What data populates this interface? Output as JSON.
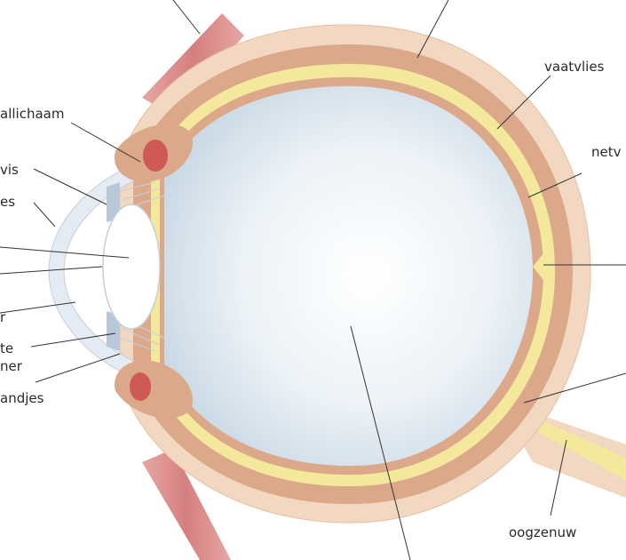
{
  "labels": {
    "ciliary_body": "allichaam",
    "iris": "vis",
    "cornea": "es",
    "anterior_chamber": "r",
    "posterior_chamber_1": "te",
    "posterior_chamber_2": "ner",
    "zonules": "andjes",
    "choroid": "vaatvlies",
    "retina": "netv",
    "optic_nerve": "oogzenuw"
  },
  "colors": {
    "sclera": "#f2d7c1",
    "choroid": "#dba98a",
    "retina": "#f3e89b",
    "vitreous_edge": "#c4d4e0",
    "vitreous_center": "#ffffff",
    "muscle": "#d9868a",
    "ciliary_red": "#cf5a55",
    "iris": "#b9c8d8",
    "lens": "#ffffff",
    "cornea": "#e4ebf3"
  }
}
